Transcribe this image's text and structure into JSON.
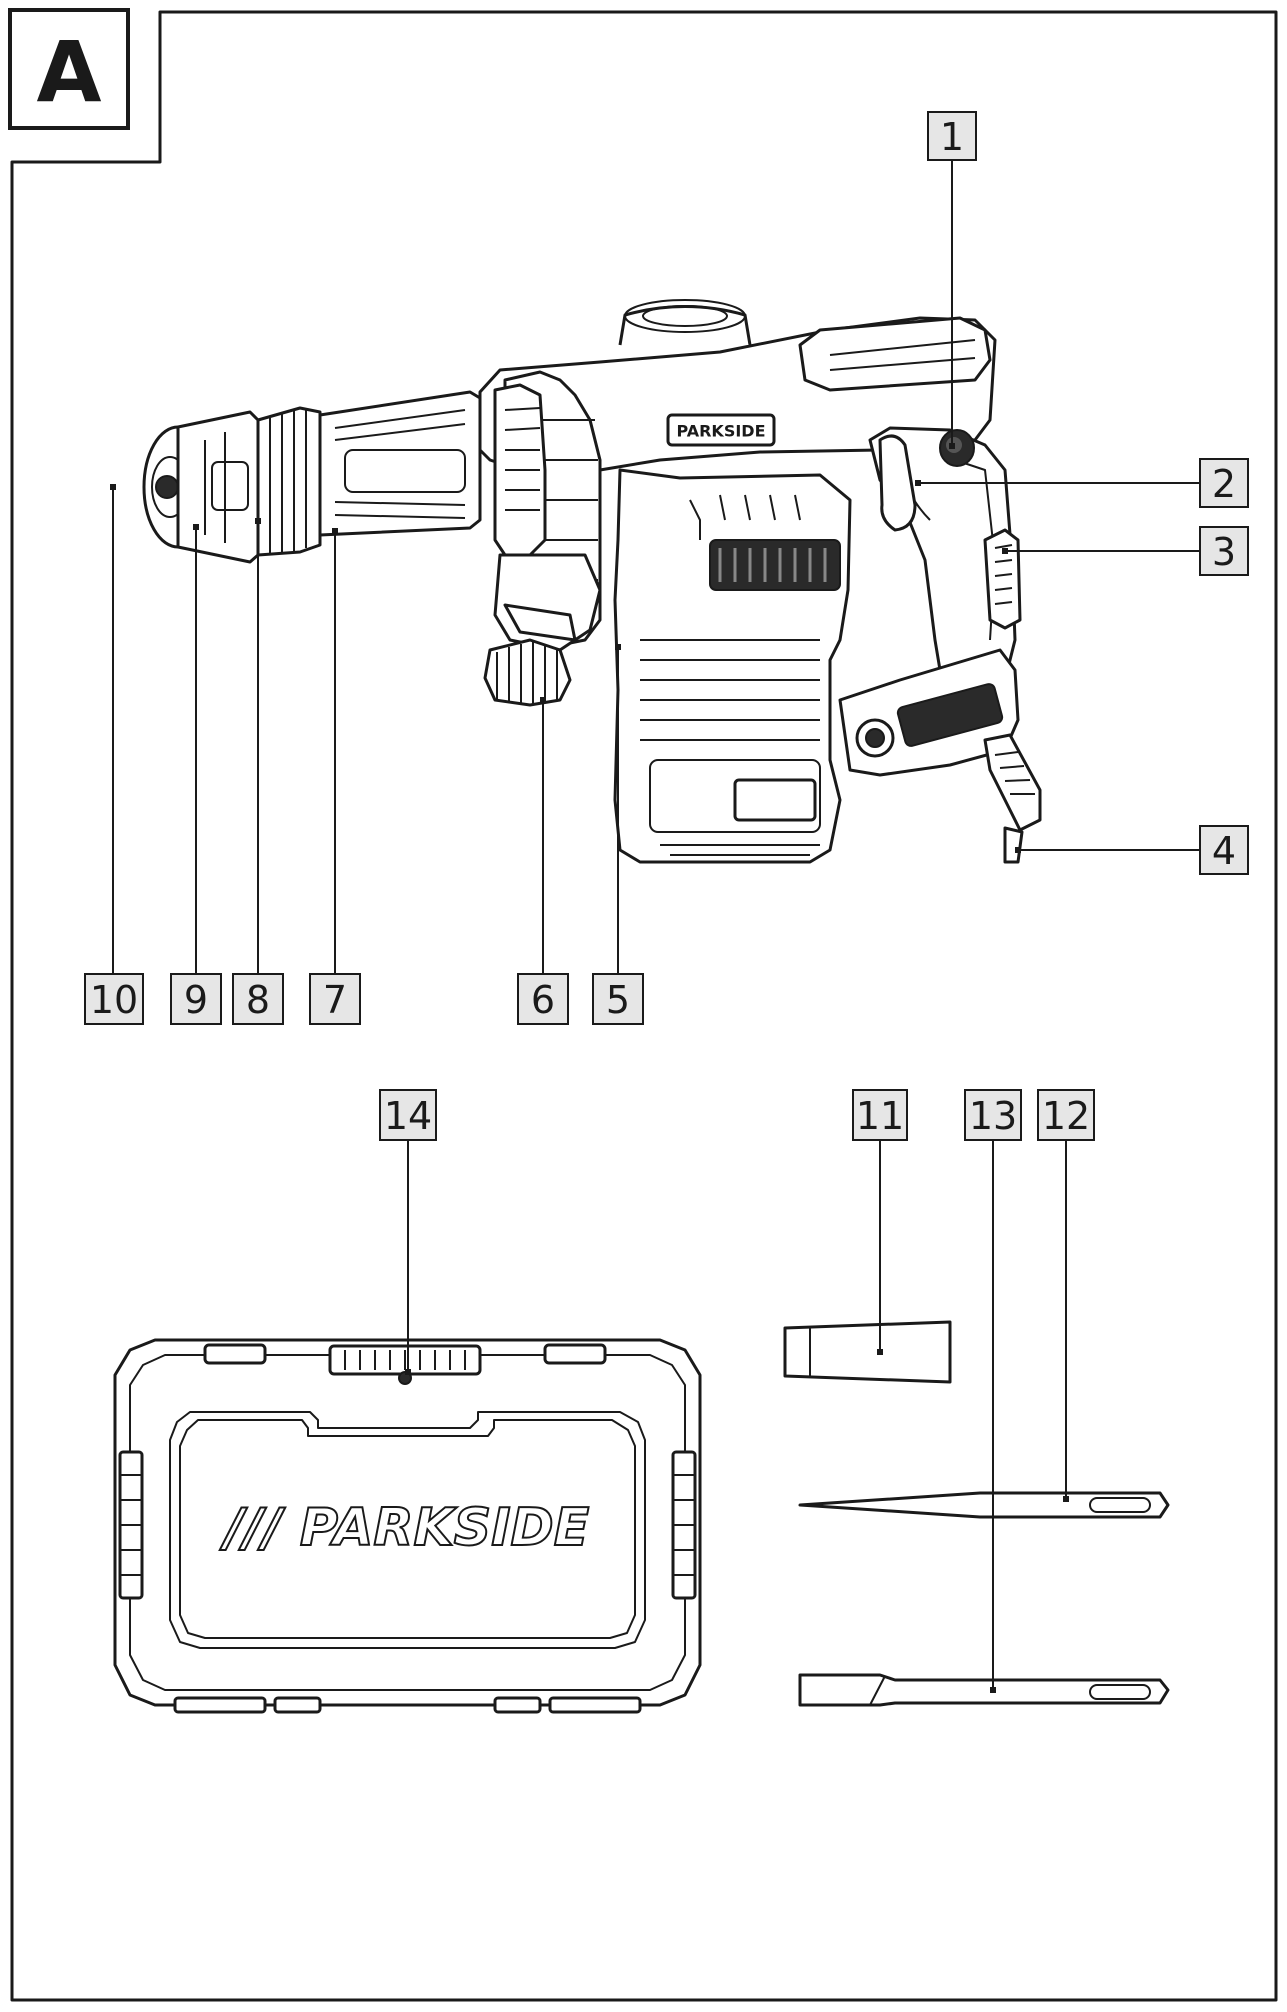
{
  "figure_label": "A",
  "brand_logo": "/// PARKSIDE",
  "callouts": [
    "1",
    "2",
    "3",
    "4",
    "5",
    "6",
    "7",
    "8",
    "9",
    "10",
    "11",
    "12",
    "13",
    "14"
  ]
}
